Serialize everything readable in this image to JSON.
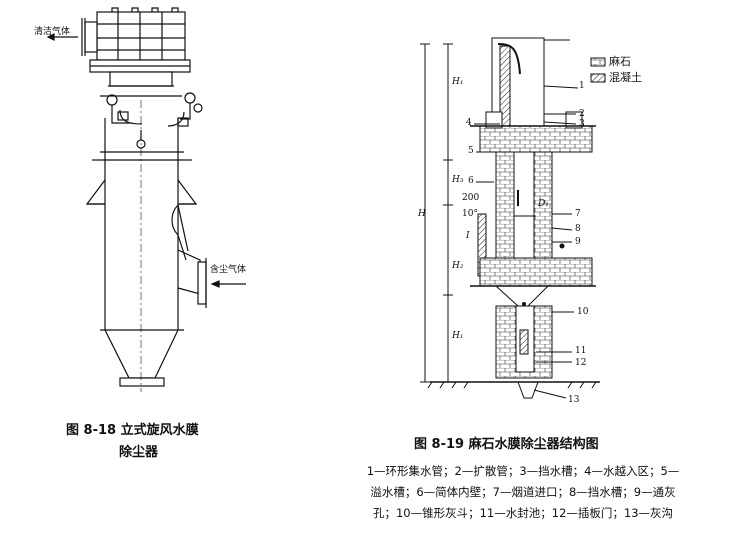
{
  "fig18": {
    "label_clean_gas": "清洁气体",
    "label_dusty_gas": "含尘气体",
    "caption_line1": "图 8-18   立式旋风水膜",
    "caption_line2": "除尘器"
  },
  "fig19": {
    "legend": {
      "granite": "麻石",
      "concrete": "混凝土"
    },
    "dims": {
      "H": "H",
      "H1": "H₁",
      "H2": "H₂",
      "H3": "H₃",
      "H4": "H₁",
      "D1": "D₁",
      "d200": "200",
      "d10": "10°",
      "i": "I"
    },
    "callouts": [
      "1",
      "2",
      "3",
      "4",
      "5",
      "6",
      "7",
      "8",
      "9",
      "10",
      "11",
      "12",
      "13"
    ],
    "caption": "图 8-19    麻石水膜除尘器结构图",
    "notes_line1": "1—环形集水管；2—扩散管；3—挡水槽；4—水越入区；5—",
    "notes_line2": "溢水槽；6—简体内壁；7—烟道进口；8—挡水槽；9—通灰",
    "notes_line3": "孔；10—锥形灰斗；11—水封池；12—插板门；13—灰沟"
  }
}
